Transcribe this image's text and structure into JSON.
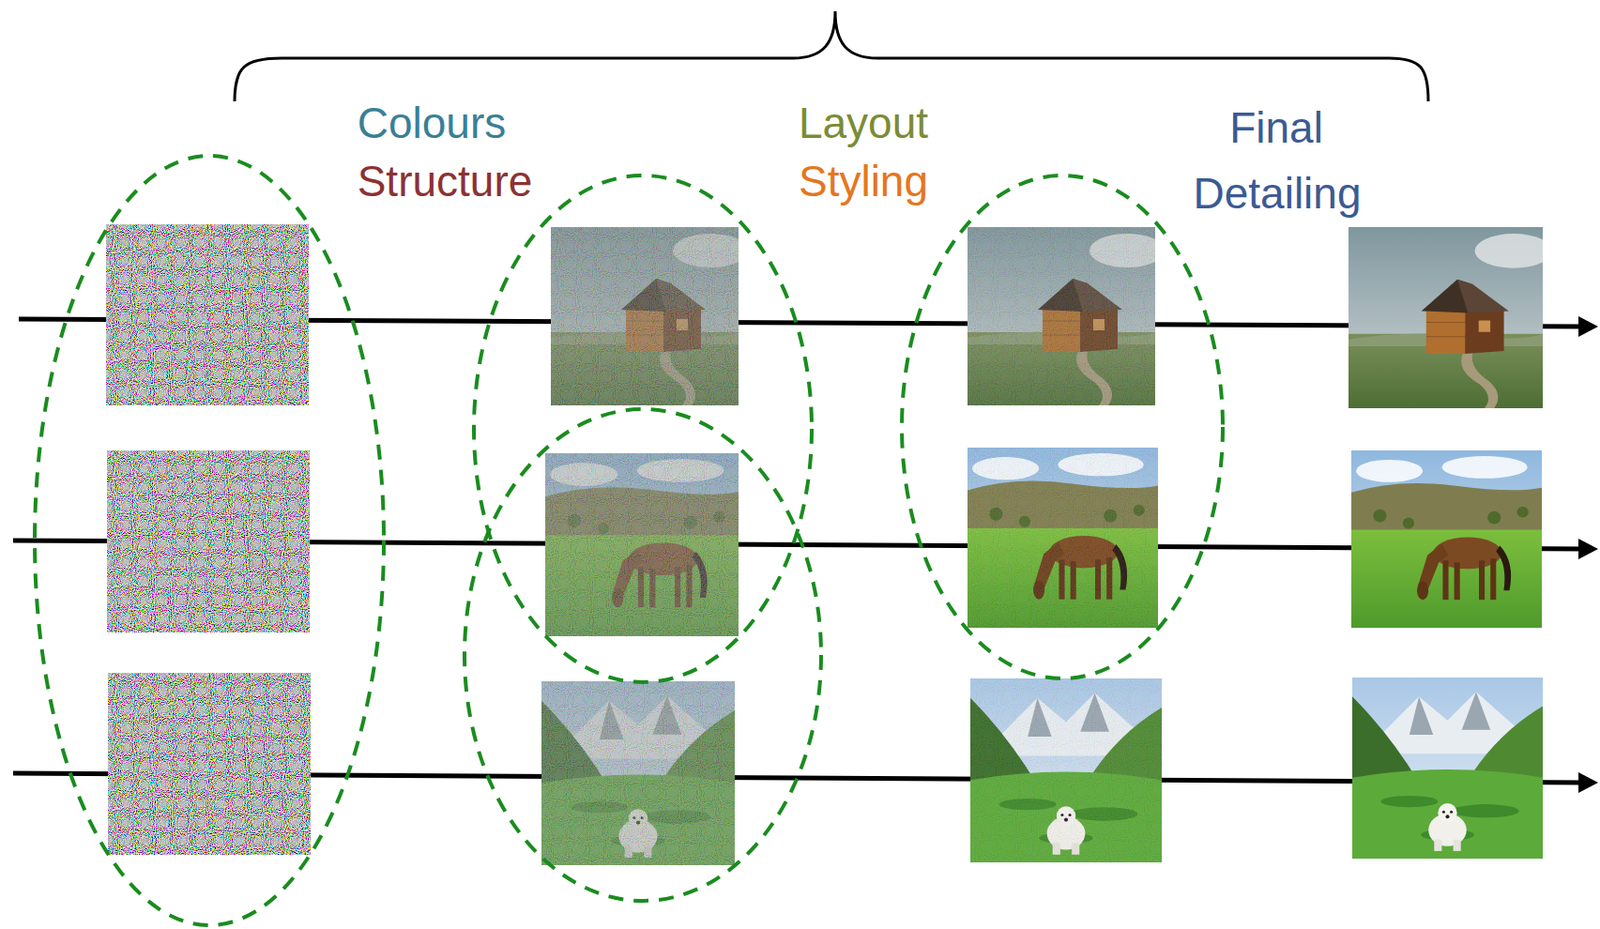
{
  "diagram": {
    "labels": [
      "Colours",
      "Structure",
      "Layout",
      "Styling",
      "Final",
      "Detailing"
    ]
  }
}
